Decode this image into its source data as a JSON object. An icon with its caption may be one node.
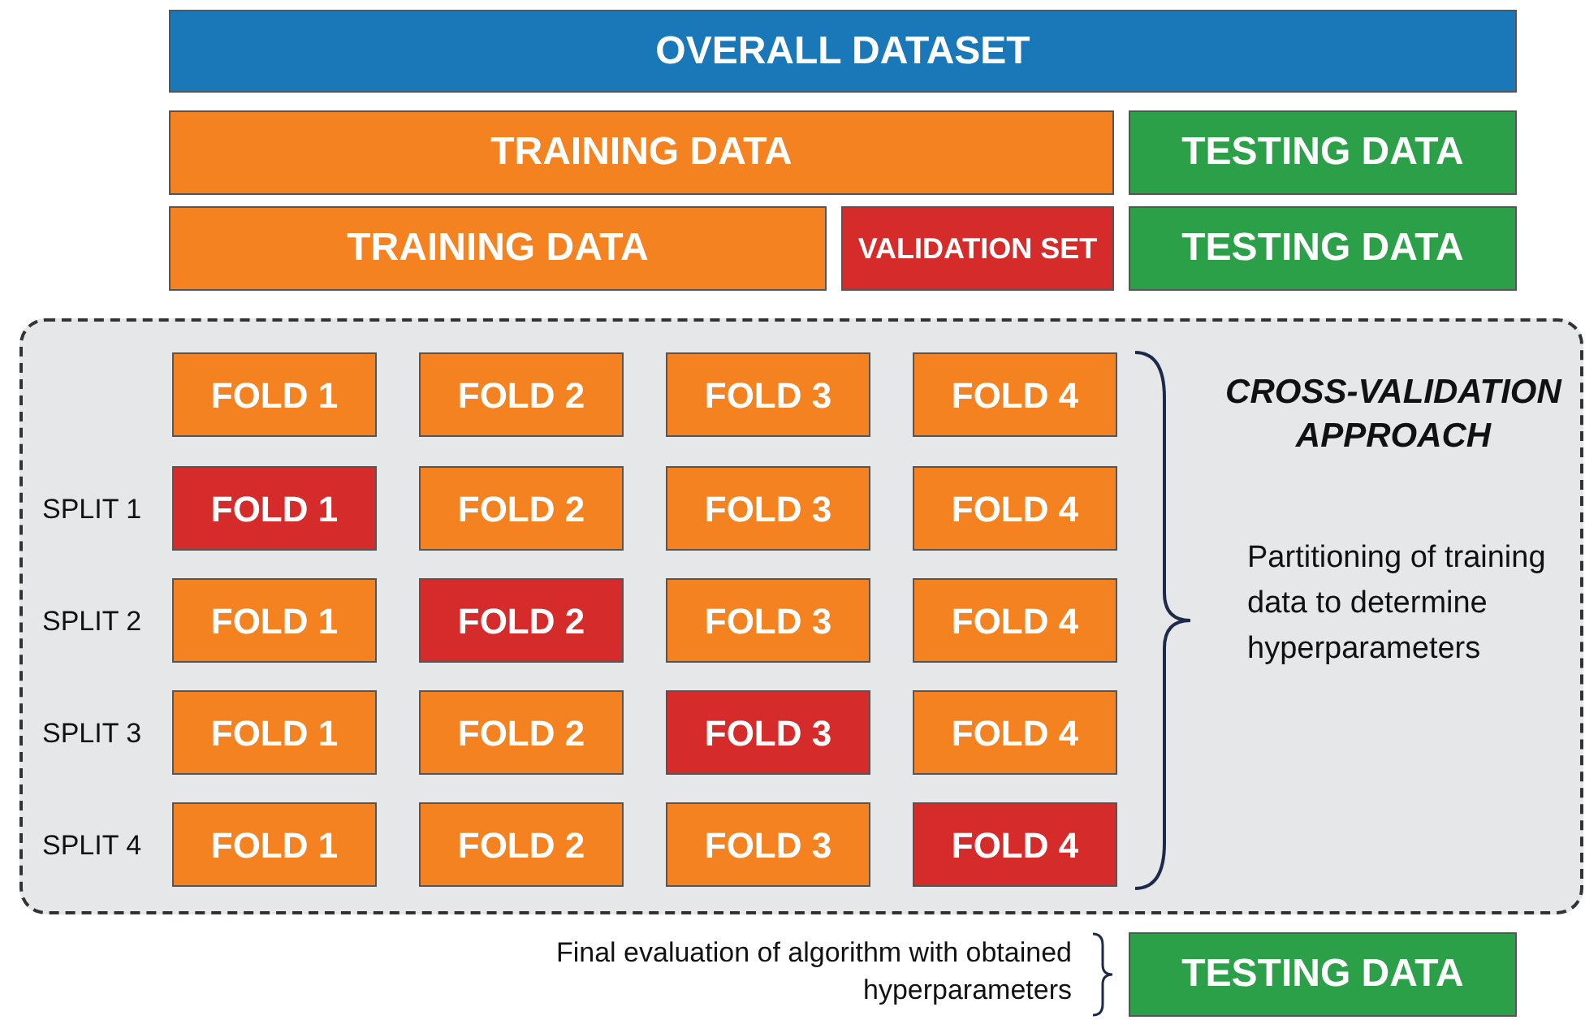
{
  "diagram": {
    "nodes": [
      {
        "text": [
          "OVERALL DATASET"
        ]
      },
      {
        "text": [
          "TRAINING DATA"
        ]
      },
      {
        "text": [
          "TESTING DATA"
        ]
      },
      {
        "text": [
          "TRAINING DATA"
        ]
      },
      {
        "text": [
          "VALIDATION SET"
        ]
      },
      {
        "text": [
          "TESTING DATA"
        ]
      },
      {
        "text": [
          "CROSS-VALIDATION APPROACH",
          "Partitioning of training data to determine hyperparameters"
        ]
      },
      {
        "text": [
          "FOLD 1"
        ],
        "in": 6
      },
      {
        "text": [
          "FOLD 2"
        ],
        "in": 6
      },
      {
        "text": [
          "FOLD 3"
        ],
        "in": 6
      },
      {
        "text": [
          "FOLD 4"
        ],
        "in": 6
      },
      {
        "text": [
          "FOLD 1"
        ],
        "in": 6
      },
      {
        "text": [
          "FOLD 2"
        ],
        "in": 6
      },
      {
        "text": [
          "FOLD 3"
        ],
        "in": 6
      },
      {
        "text": [
          "FOLD 4"
        ],
        "in": 6
      },
      {
        "text": [
          "FOLD 1"
        ],
        "in": 6
      },
      {
        "text": [
          "FOLD 2"
        ],
        "in": 6
      },
      {
        "text": [
          "FOLD 3"
        ],
        "in": 6
      },
      {
        "text": [
          "FOLD 4"
        ],
        "in": 6
      },
      {
        "text": [
          "FOLD 1"
        ],
        "in": 6
      },
      {
        "text": [
          "FOLD 2"
        ],
        "in": 6
      },
      {
        "text": [
          "FOLD 3"
        ],
        "in": 6
      },
      {
        "text": [
          "FOLD 4"
        ],
        "in": 6
      },
      {
        "text": [
          "FOLD 1"
        ],
        "in": 6
      },
      {
        "text": [
          "FOLD 2"
        ],
        "in": 6
      },
      {
        "text": [
          "FOLD 3"
        ],
        "in": 6
      },
      {
        "text": [
          "FOLD 4"
        ],
        "in": 6
      },
      {
        "text": [
          "TESTING DATA"
        ],
        "beside": [
          "Final evaluation of algorithm with obtained hyperparameters"
        ]
      }
    ],
    "labels": [
      "SPLIT 1",
      "SPLIT 2",
      "SPLIT 3",
      "SPLIT 4"
    ]
  }
}
